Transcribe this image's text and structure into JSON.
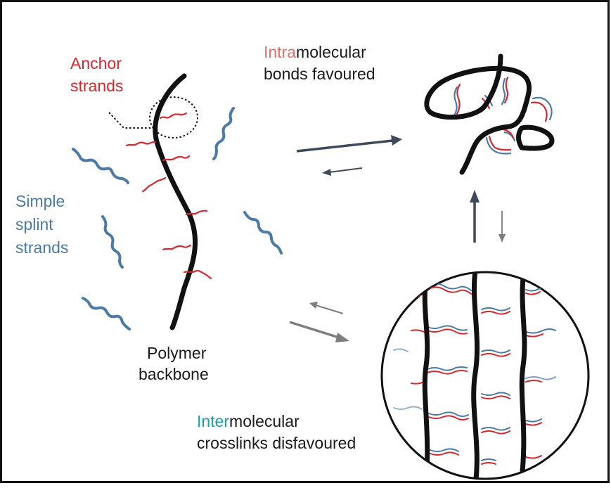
{
  "labels": {
    "anchor_line1": "Anchor",
    "anchor_line2": "strands",
    "splint_line1": "Simple",
    "splint_line2": "splint",
    "splint_line3": "strands",
    "polymer_line1": "Polymer",
    "polymer_line2": "backbone",
    "intra_prefix": "Intra",
    "intra_suffix": "molecular",
    "intra_line2": "bonds favoured",
    "inter_prefix": "Inter",
    "inter_suffix": "molecular",
    "inter_line2": "crosslinks disfavoured"
  },
  "colors": {
    "anchor": "#d6282e",
    "splint": "#4b7aa6",
    "backbone": "#111111",
    "arrow_dark": "#3d4a5c",
    "arrow_gray": "#7d7d7d",
    "intra_accent": "#e0706a",
    "inter_accent": "#19a3a0"
  }
}
